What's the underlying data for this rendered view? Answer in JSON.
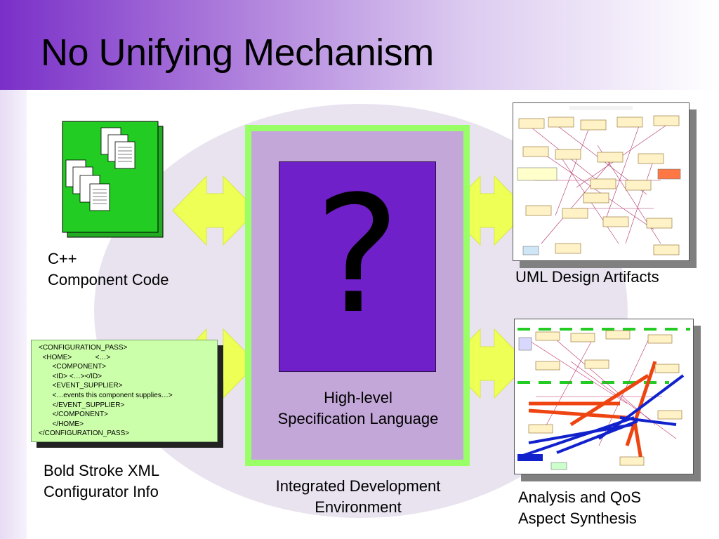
{
  "title": "No Unifying Mechanism",
  "cpp_caption": [
    "C++",
    "Component Code"
  ],
  "xml_config": {
    "lines": [
      "<CONFIGURATION_PASS>",
      "  <HOME>            <…>",
      "       <COMPONENT>",
      "       <ID> <…></ID>",
      "       <EVENT_SUPPLIER>",
      "       <…events this component supplies…>",
      "       </EVENT_SUPPLIER>",
      "       </COMPONENT>",
      "       </HOME>",
      "</CONFIGURATION_PASS>"
    ],
    "caption": [
      "Bold Stroke XML",
      "Configurator Info"
    ]
  },
  "center": {
    "symbol": "?",
    "spec_caption": [
      "High-level",
      "Specification Language"
    ],
    "ide_caption": [
      "Integrated Development",
      "Environment"
    ]
  },
  "uml_caption": [
    "UML Design Artifacts"
  ],
  "analysis_caption": [
    "Analysis and QoS",
    "Aspect Synthesis"
  ],
  "colors": {
    "arrow_fill": "#eeff55",
    "ide_border": "#99ff66",
    "ide_fill": "#c3a7d9",
    "spec_fill": "#7020c8",
    "file_green": "#22cc22",
    "xml_fill": "#ccffaa"
  },
  "icons": [
    "document-stack-icon",
    "double-arrow-icon"
  ]
}
